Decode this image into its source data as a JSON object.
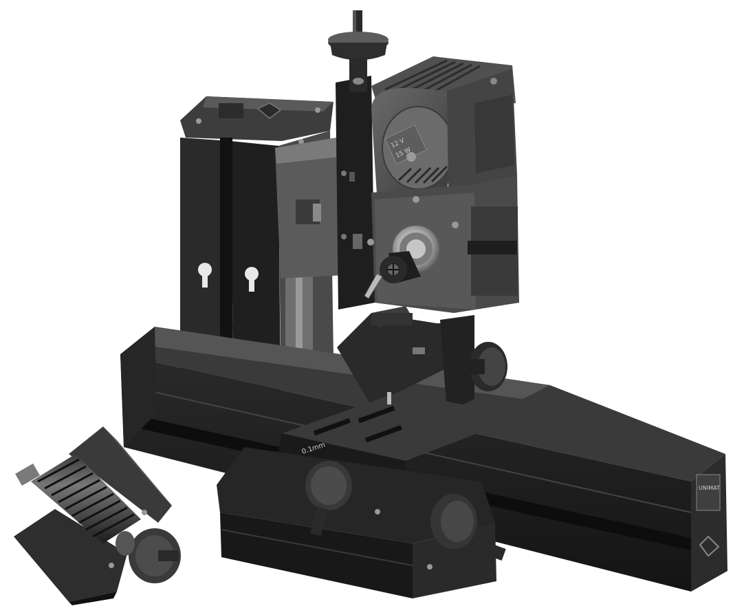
{
  "photo": {
    "subject": "mini-milling-machine",
    "background": "#ffffff",
    "tones": {
      "black": "#151515",
      "dark": "#262626",
      "mid": "#3a3a3a",
      "gray": "#5a5a5a",
      "light": "#8a8a8a",
      "highlight": "#c8c8c8"
    },
    "motor_label": {
      "voltage": "12 V",
      "power": "15 W"
    },
    "rail_end_label": "UNIMAT",
    "table_scale_label": "0.1mm"
  }
}
